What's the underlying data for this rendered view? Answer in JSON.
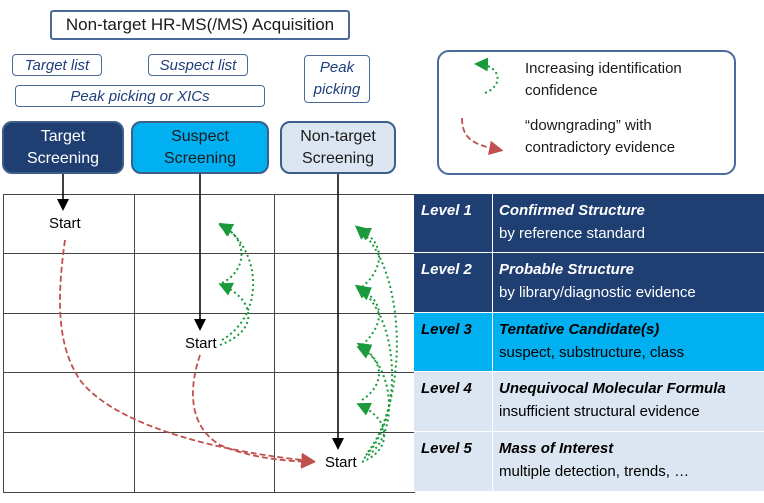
{
  "title": "Non-target HR-MS(/MS) Acquisition",
  "inputs": {
    "target_list": "Target list",
    "suspect_list": "Suspect list",
    "peak_picking_xics": "Peak picking or XICs",
    "peak_picking_line1": "Peak",
    "peak_picking_line2": "picking"
  },
  "strategies": [
    {
      "line1": "Target",
      "line2": "Screening",
      "color": "#1f3f73"
    },
    {
      "line1": "Suspect",
      "line2": "Screening",
      "color": "#00b0f0"
    },
    {
      "line1": "Non-target",
      "line2": "Screening",
      "color": "#dce6f2"
    }
  ],
  "legend": {
    "increasing_line1": "Increasing identification",
    "increasing_line2": "confidence",
    "downgrading_line1": "“downgrading” with",
    "downgrading_line2": "contradictory evidence"
  },
  "levels": [
    {
      "label": "Level 1",
      "title": "Confirmed Structure",
      "desc": "by reference standard",
      "bg": "#1f3f73",
      "fg": "#ffffff"
    },
    {
      "label": "Level 2",
      "title": "Probable Structure",
      "desc": "by library/diagnostic evidence",
      "bg": "#1f3f73",
      "fg": "#ffffff"
    },
    {
      "label": "Level 3",
      "title": "Tentative Candidate(s)",
      "desc": "suspect, substructure, class",
      "bg": "#00b0f0",
      "fg": "#000000"
    },
    {
      "label": "Level 4",
      "title": "Unequivocal Molecular Formula",
      "desc": "insufficient structural evidence",
      "bg": "#dce6f2",
      "fg": "#000000"
    },
    {
      "label": "Level 5",
      "title": "Mass of Interest",
      "desc": "multiple detection, trends, …",
      "bg": "#dce6f2",
      "fg": "#000000"
    }
  ],
  "start_label": "Start",
  "colors": {
    "green_arrow": "#1a9a3a",
    "red_arrow": "#c0504d",
    "border_blue": "#4a6a9a"
  }
}
